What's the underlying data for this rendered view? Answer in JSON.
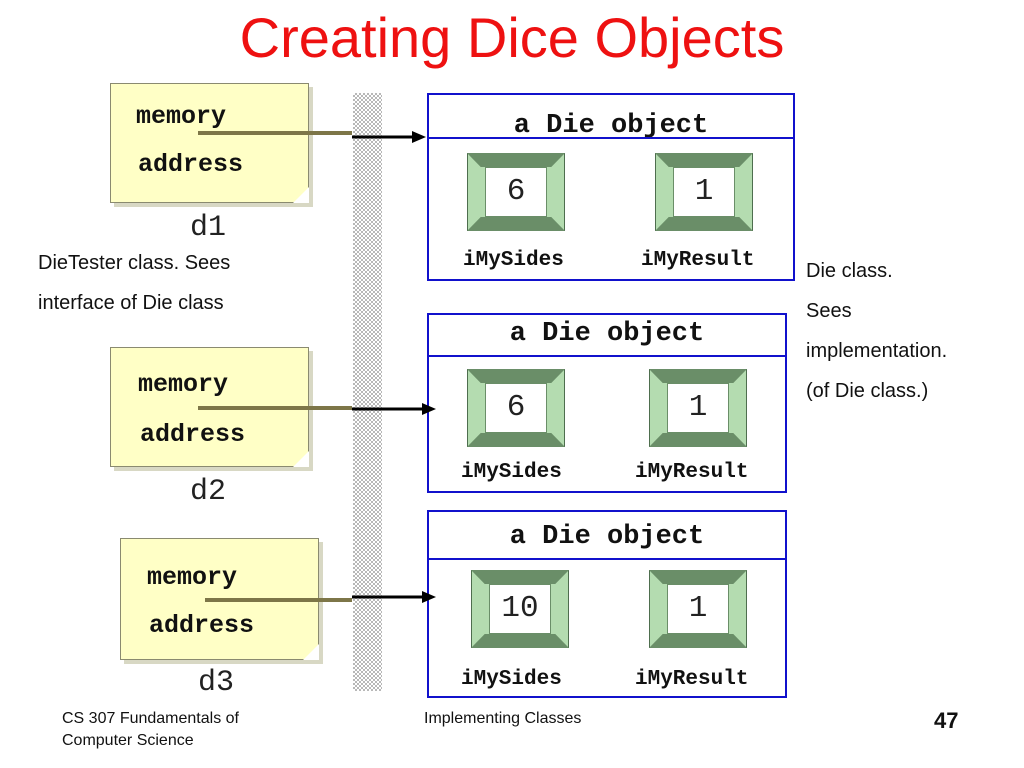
{
  "slide": {
    "title": "Creating Dice Objects",
    "footer_left_line1": "CS 307 Fundamentals of",
    "footer_left_line2": "Computer Science",
    "footer_center": "Implementing Classes",
    "page_number": "47"
  },
  "references": [
    {
      "line1": "memory",
      "line2": "address",
      "var_name": "d1"
    },
    {
      "line1": "memory",
      "line2": "address",
      "var_name": "d2"
    },
    {
      "line1": "memory",
      "line2": "address",
      "var_name": "d3"
    }
  ],
  "left_text": {
    "line1": "DieTester class. Sees",
    "line2": "interface of Die class"
  },
  "right_text": {
    "line1": "Die class.",
    "line2": "Sees",
    "line3": "implementation.",
    "line4": "(of Die class.)"
  },
  "objects": [
    {
      "title": "a Die object",
      "fields": [
        {
          "name": "iMySides",
          "value": "6"
        },
        {
          "name": "iMyResult",
          "value": "1"
        }
      ]
    },
    {
      "title": "a Die object",
      "fields": [
        {
          "name": "iMySides",
          "value": "6"
        },
        {
          "name": "iMyResult",
          "value": "1"
        }
      ]
    },
    {
      "title": "a Die object",
      "fields": [
        {
          "name": "iMySides",
          "value": "10"
        },
        {
          "name": "iMyResult",
          "value": "1"
        }
      ]
    }
  ],
  "colors": {
    "title": "#ee1111",
    "object_border": "#1111cc",
    "note_fill": "#ffffc6",
    "field_box": "#b4dcb0"
  }
}
